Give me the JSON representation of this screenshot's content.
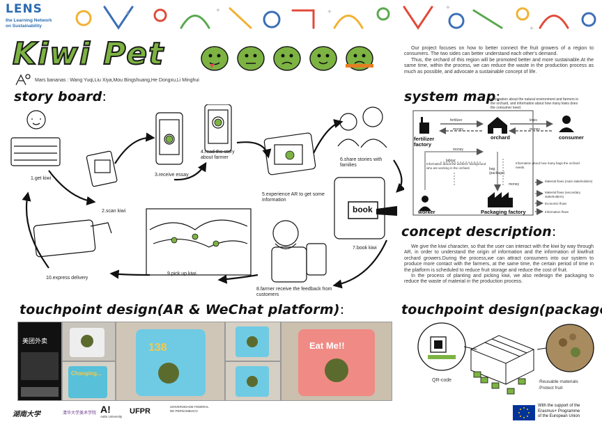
{
  "org": {
    "logo_mark": "LENS",
    "line1": "the Learning Network",
    "line2": "on Sustainability"
  },
  "title": "Kiwi Pet",
  "team": "Mars bananas : Wang Yuqi,Liu Xiya,Mou Bingshuang,He Dongxu,Li Minghui",
  "intro": {
    "p1": "Our project focuses on how to better connect the fruit growers of a region to consumers. The two sides can better understand each other's demand.",
    "p2": "Thus, the orchard of this region will be promoted better and more sustainable.At the same time, within the process, we can reduce the waste in the production process as much as possible, and advocate a sustainable concept of life."
  },
  "storyboard": {
    "title": "story board",
    "steps": [
      "1.get kiwi",
      "2.scan kiwi",
      "3.receive essay",
      "4.read the story about farmer",
      "5.experience AR to get some information",
      "6.share stories with families",
      "7.book kiwi",
      "8.farmer receive the feedback from customers",
      "9.pick up kiwi",
      "10.express delivery"
    ],
    "book_label": "book"
  },
  "system_map": {
    "title": "system map",
    "top_note": "Information about the natural environment and farmers in the orchard, and information about how many kiwis does the consumer need.",
    "nodes": {
      "fertilizer": "fertilizer factory",
      "orchard": "orchard",
      "consumer": "consumer",
      "worker": "worker",
      "packaging": "Packaging factory"
    },
    "flow_labels": {
      "fertilizer": "fertilizer",
      "money1": "money",
      "kiwi": "kiwis",
      "money2": "money",
      "money3": "money",
      "labour": "labour",
      "bag": "bag (package)",
      "money4": "money"
    },
    "mid_note1": "Information about the workers' background who are working in the orchard.",
    "mid_note2": "Information about how many bags the orchard needs.",
    "legend": [
      "Material flows (main stakeholders)",
      "Material flows (secondary stakeholders)",
      "Economic flows",
      "Information flows"
    ]
  },
  "concept": {
    "title": "concept description",
    "p1": "We give the kiwi character, so that the user can interact with the kiwi by way through AR, in order to understand the origin of information and the information of kiwifruit orchard growers.During the process,we can attract consumers into our system to produce more contact with the farmers, at the same time, the certain period of time in the platform is scheduled to reduce fruit storage and reduce the cost of fruit.",
    "p2": "In the process of planting and picking kiwi, we also redesign the packaging to reduce the waste of material in the production process."
  },
  "touch_ar": {
    "title": "touchpoint design(AR & WeChat platform)",
    "app_title": "美团外卖",
    "count": "138",
    "eat_text": "Eat Me!!",
    "change_text": "Changing..."
  },
  "touch_pkg": {
    "title": "touchpoint design(package)",
    "qr_label": "QR-code",
    "bullets": [
      "·Reusable materials",
      "·Protect fruit"
    ]
  },
  "footer": {
    "sponsor": [
      "With the support of the",
      "Erasmus+ Programme",
      "of the European Union"
    ],
    "logos": [
      "湖南大学",
      "清华大学美术学院",
      "A!",
      "Aalto University",
      "UFPR",
      "UNIVERSIDADE FEDERAL DE PERNAMBUCO"
    ]
  },
  "colors": {
    "kiwi_green": "#6fa84a",
    "title_green": "#7cb342",
    "eu_blue": "#003399",
    "eu_gold": "#ffcc00"
  }
}
